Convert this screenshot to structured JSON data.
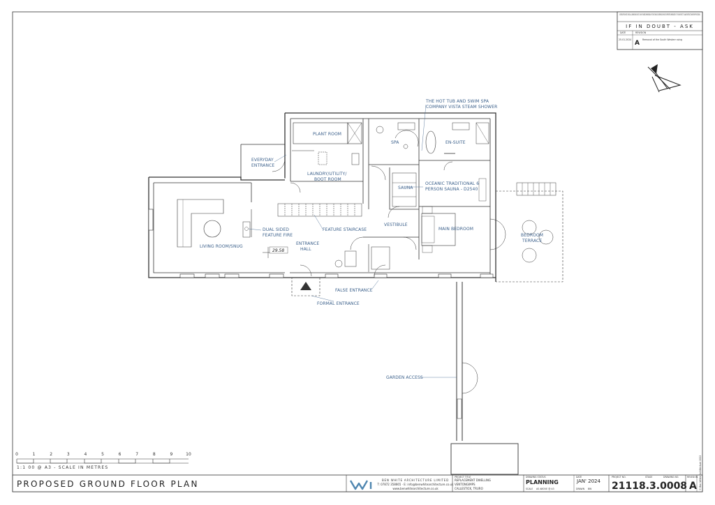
{
  "sheet": {
    "drawing_title": "PROPOSED GROUND FLOOR PLAN",
    "scale_note": "1:1 00 @ A3 - SCALE IN METRES",
    "scale_ticks": [
      "0",
      "1",
      "2",
      "3",
      "4",
      "5",
      "6",
      "7",
      "8",
      "9",
      "10"
    ]
  },
  "revision_box": {
    "contractor_note": "CONTRACTORS MUST CHECK ALL DIMENSIONS ON SITE. ONLY FIGURED DIMENSIONS ARE TO BE TAKEN. DISCREPANCIES MUST BE REPORTED IMMEDIATELY TO THE ARCHITECT TO AWAIT INSTRUCTION BEFORE PROCEEDING.",
    "motto": "IF IN DOUBT - ASK",
    "date_header": "DATE",
    "revision_header": "REVISION",
    "rows": [
      {
        "date": "25.01.2024",
        "rev": "A",
        "note": "Removal of the South Western wing"
      }
    ]
  },
  "labels": {
    "hot_tub": "THE HOT TUB AND SWIM SPA COMPANY VISTA STEAM SHOWER",
    "plant_room": "PLANT ROOM",
    "spa": "SPA",
    "en_suite": "EN-SUITE",
    "everyday_entrance": "EVERYDAY ENTRANCE",
    "laundry": "LAUNDRY/UTILITY/ BOOT ROOM",
    "sauna": "SAUNA",
    "oceanic": "OCEANIC TRADITIONAL 6 PERSON SAUNA - D2540",
    "feature_staircase": "FEATURE STAIRCASE",
    "vestibule": "VESTIBULE",
    "main_bedroom": "MAIN BEDROOM",
    "dual_fire": "DUAL SIDED FEATURE FIRE",
    "living_room": "LIVING ROOM/SNUG",
    "level": "29.58",
    "entrance_hall": "ENTRANCE HALL",
    "bedroom_terrace": "BEDROOM TERRACE",
    "false_entrance": "FALSE ENTRANCE",
    "formal_entrance": "FORMAL ENTRANCE",
    "garden_access": "GARDEN ACCESS"
  },
  "title_block": {
    "company": "BEN WHITE ARCHITECTURE LIMITED",
    "contact": "T: 07872 358665 · E: info@benwhitearchitecture.co.uk",
    "web": "www.benwhitearchitecture.co.uk",
    "project_header": "PROJECT TITLE",
    "project_lines": [
      "REPLACEMENT DWELLING",
      "VENTONGIMPS",
      "CALLESTICK, TRURO"
    ],
    "status_header": "DRAWING STATUS",
    "status": "PLANNING",
    "scale_header": "SCALE",
    "scale_value": "AS ABOVE @ A3",
    "date_header": "DATE",
    "date": "JAN' 2024",
    "drawn_header": "DRAWN",
    "drawn": "BW",
    "project_no_header": "PROJECT NO.",
    "stage_header": "STAGE",
    "drawing_no_header": "DRAWING NO.",
    "revision_header": "REVISION",
    "drawing_number": "21118.3.0008",
    "revision": "A",
    "copyright": "© Ben White Architecture 2022"
  }
}
